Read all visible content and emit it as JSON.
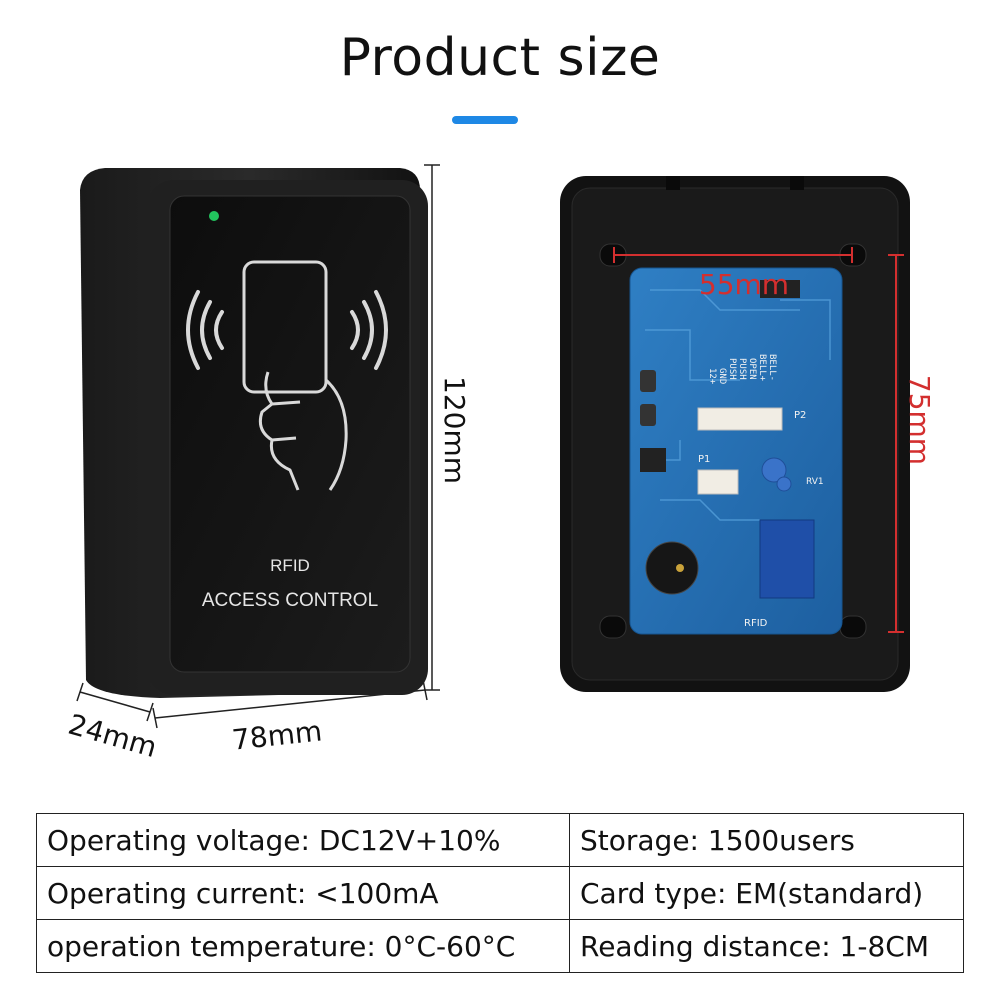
{
  "page": {
    "title": "Product size",
    "accent_color": "#1e88e5"
  },
  "front_device": {
    "label_line1": "RFID",
    "label_line2": "ACCESS CONTROL",
    "height_label": "120mm",
    "width_label": "78mm",
    "depth_label": "24mm",
    "led_color": "#22c55e"
  },
  "back_device": {
    "hole_spacing_label": "55mm",
    "vertical_spacing_label": "75mm",
    "dimension_color": "#d32f2f",
    "board_label": "RFID",
    "terminal_labels": [
      "12+",
      "GND",
      "PUSH",
      "PUSH",
      "OPEN",
      "BELL+",
      "BELL-"
    ],
    "p2_label": "P2",
    "p1_label": "P1",
    "rv1_label": "RV1"
  },
  "specs": {
    "rows": [
      {
        "left": "Operating voltage: DC12V+10%",
        "right": "Storage: 1500users"
      },
      {
        "left": "Operating current: <100mA",
        "right": "Card type: EM(standard)"
      },
      {
        "left": "operation temperature: 0°C-60°C",
        "right": "Reading distance: 1-8CM"
      }
    ]
  }
}
